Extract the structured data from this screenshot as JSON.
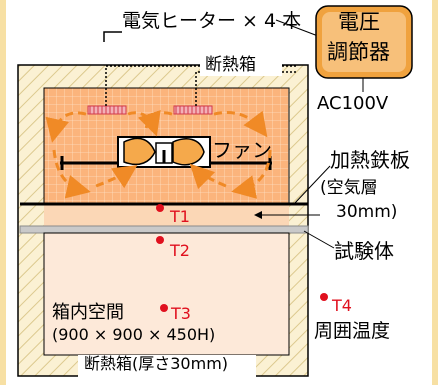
{
  "labels": {
    "heater": "電気ヒーター × 4 本",
    "controller_line1": "電圧",
    "controller_line2": "調節器",
    "ac": "AC100V",
    "insulation_top": "断熱箱",
    "fan": "ファン",
    "heated_plate": "加熱鉄板",
    "air_layer_line1": "(空気層",
    "air_layer_line2": "30mm)",
    "t1": "T1",
    "t2": "T2",
    "specimen": "試験体",
    "inner_space": "箱内空間",
    "t3": "T3",
    "dimensions": "(900 × 900 × 450H)",
    "t4": "T4",
    "ambient": "周囲温度",
    "insulation_bottom": "断熱箱(厚さ30mm)"
  },
  "colors": {
    "hatch": "#f5e2ae",
    "heat_fill": "#fbb47c",
    "heat_grid": "#fde0c4",
    "air_layer": "#fbd7b6",
    "specimen": "#c9c9c9",
    "inner": "#fde9d9",
    "arrow": "#f08a26",
    "fan_body": "#f5a94b",
    "controller": "#f0a23e",
    "sensor": "#e0101e"
  }
}
